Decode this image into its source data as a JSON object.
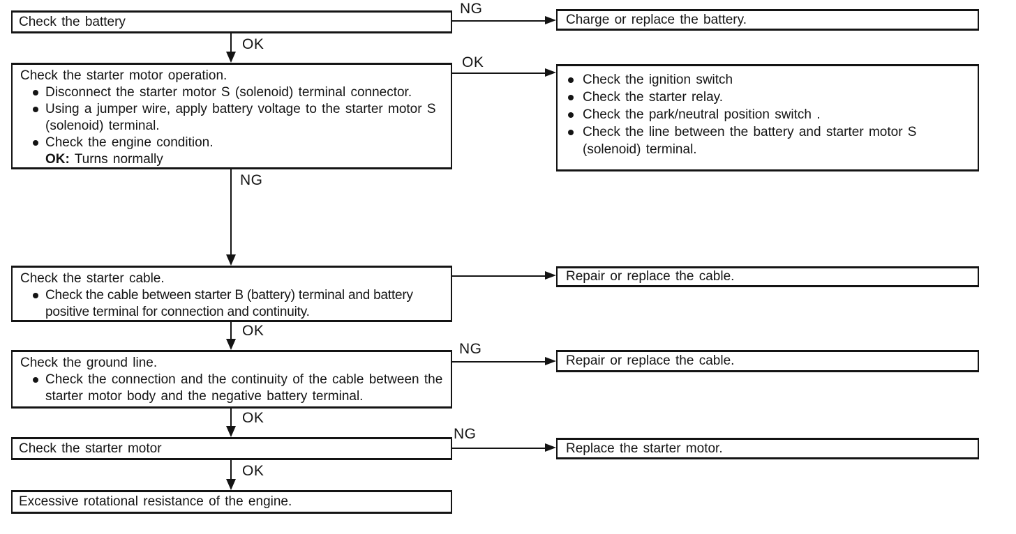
{
  "flowchart": {
    "colors": {
      "background": "#ffffff",
      "ink": "#141414"
    },
    "steps": [
      {
        "id": "check-battery",
        "title": "Check the battery"
      },
      {
        "id": "check-starter-motor-operation",
        "title": "Check the starter motor operation.",
        "bullets": [
          "Disconnect the starter motor S (solenoid) terminal connector.",
          "Using a jumper wire, apply battery voltage to the starter motor S (solenoid) terminal.",
          "Check the engine condition."
        ],
        "note_label": "OK:",
        "note_text": "Turns normally"
      },
      {
        "id": "check-starter-cable",
        "title": "Check the starter cable.",
        "bullets": [
          "Check the cable between starter B (battery) terminal and battery positive terminal for connection and continuity."
        ]
      },
      {
        "id": "check-ground-line",
        "title": "Check the ground line.",
        "bullets": [
          "Check the connection and the continuity of the cable between the starter motor body and the negative battery terminal."
        ]
      },
      {
        "id": "check-starter-motor",
        "title": "Check the starter motor"
      },
      {
        "id": "excessive-rotational-resistance",
        "title": "Excessive rotational resistance of the engine."
      }
    ],
    "actions": [
      {
        "id": "charge-or-replace-battery",
        "text": "Charge or replace the battery."
      },
      {
        "id": "check-ignition-circuit",
        "bullets": [
          "Check the ignition switch",
          "Check the starter relay.",
          "Check the park/neutral position switch .",
          "Check the line between the battery and starter motor S (solenoid) terminal."
        ]
      },
      {
        "id": "repair-or-replace-cable-1",
        "text": "Repair or replace the cable."
      },
      {
        "id": "repair-or-replace-cable-2",
        "text": "Repair or replace the cable."
      },
      {
        "id": "replace-starter-motor",
        "text": "Replace the starter motor."
      }
    ],
    "connectors": {
      "down": [
        {
          "from": "check-battery",
          "label": "OK"
        },
        {
          "from": "check-starter-motor-operation",
          "label": "NG"
        },
        {
          "from": "check-starter-cable",
          "label": "OK"
        },
        {
          "from": "check-ground-line",
          "label": "OK"
        },
        {
          "from": "check-starter-motor",
          "label": "OK"
        }
      ],
      "right": [
        {
          "from": "check-battery",
          "label": "NG"
        },
        {
          "from": "check-starter-motor-operation",
          "label": "OK"
        },
        {
          "from": "check-starter-cable",
          "label": ""
        },
        {
          "from": "check-ground-line",
          "label": "NG"
        },
        {
          "from": "check-starter-motor",
          "label": "NG"
        }
      ]
    }
  }
}
